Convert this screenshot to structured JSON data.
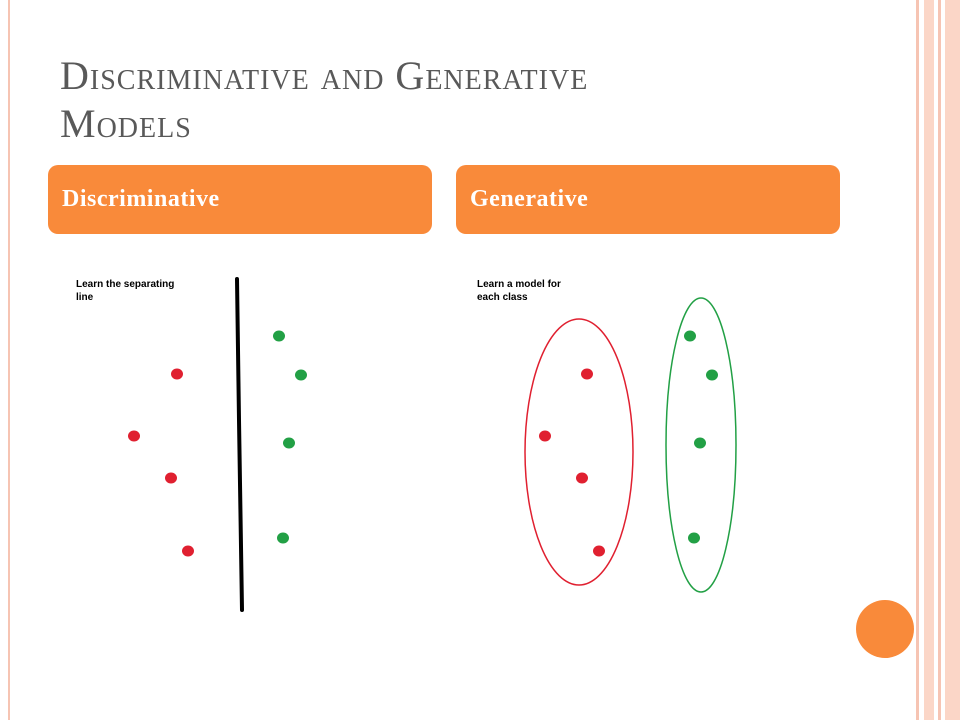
{
  "slide": {
    "title_line1": "Discriminative and Generative",
    "title_line2": "Models"
  },
  "tabs": [
    {
      "label": "Discriminative"
    },
    {
      "label": "Generative"
    }
  ],
  "discriminative": {
    "note_line1": "Learn the separating",
    "note_line2": "line"
  },
  "generative": {
    "note_line1": "Learn a model for",
    "note_line2": "each class"
  },
  "colors": {
    "accent": "#f98a3a",
    "class_a": "#e02030",
    "class_b": "#22a045",
    "title_text": "#595959",
    "stripe": "#f6c4b3"
  }
}
